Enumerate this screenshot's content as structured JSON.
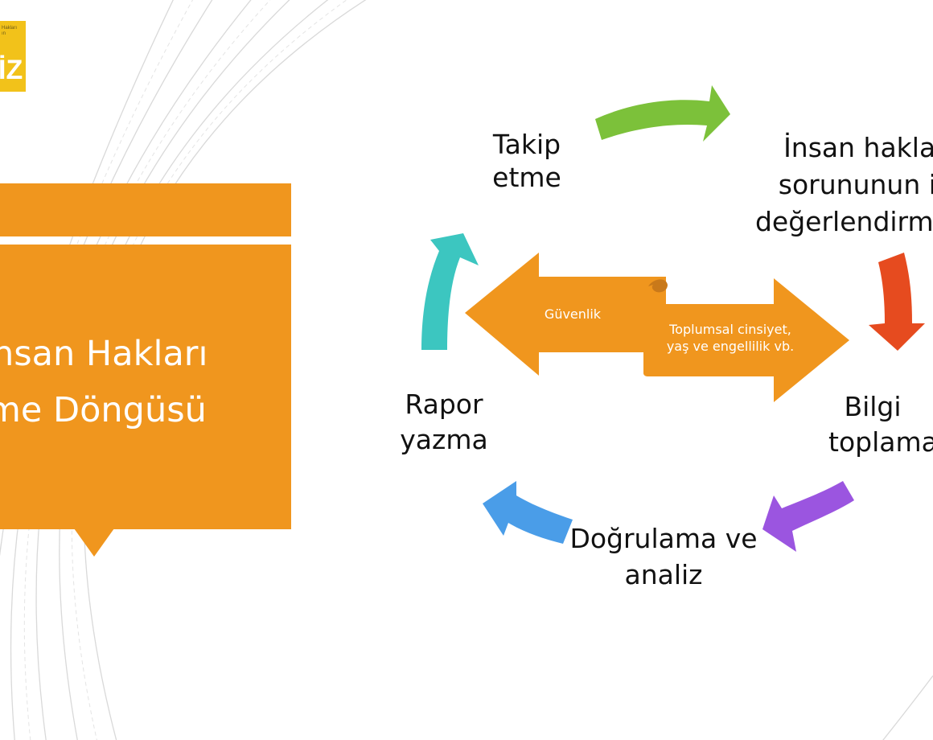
{
  "logo": {
    "small_text": "Hakları\nın",
    "big_text": "İZ"
  },
  "title": {
    "line1": "nsan Hakları",
    "line2": "me Döngüsü"
  },
  "cycle": {
    "takip": [
      "Takip",
      "etme"
    ],
    "insan": [
      "İnsan hakları",
      "sorununun ilk",
      "değerlendirme"
    ],
    "bilgi": [
      "Bilgi",
      "toplama"
    ],
    "dogrulama": [
      "Doğrulama ve",
      "analiz"
    ],
    "rapor": [
      "Rapor",
      "yazma"
    ]
  },
  "center": {
    "left_label": "Güvenlik",
    "right_label": [
      "Toplumsal cinsiyet,",
      "yaş ve engellilik vb."
    ]
  },
  "colors": {
    "orange": "#f0961e",
    "dark_orange": "#c9791a",
    "green": "#7cc13a",
    "red": "#e64b1f",
    "purple": "#9b55e0",
    "blue": "#4a9de8",
    "teal": "#3cc6c0"
  }
}
